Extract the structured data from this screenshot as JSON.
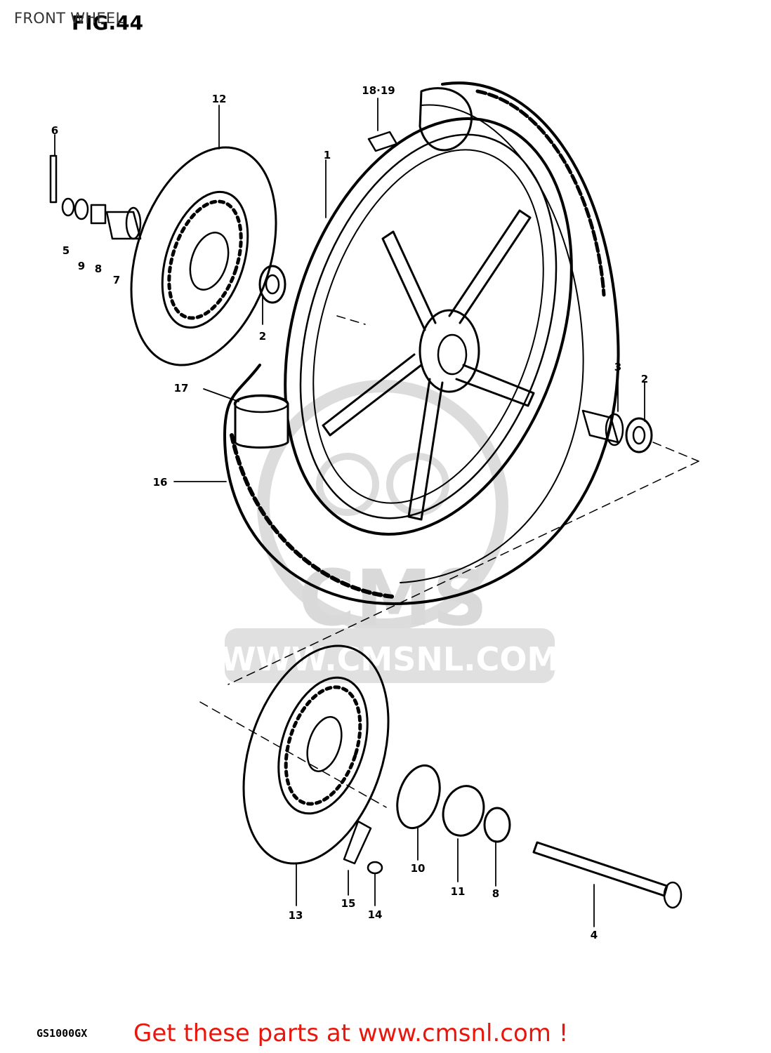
{
  "header": {
    "title": "FRONT WHEEL",
    "figure": "FIG.44"
  },
  "watermark": {
    "logo_text": "CMS",
    "url": "WWW.CMSNL.COM"
  },
  "parts": [
    {
      "ref": "1"
    },
    {
      "ref": "2"
    },
    {
      "ref": "2"
    },
    {
      "ref": "3"
    },
    {
      "ref": "4"
    },
    {
      "ref": "5"
    },
    {
      "ref": "6"
    },
    {
      "ref": "7"
    },
    {
      "ref": "8"
    },
    {
      "ref": "8"
    },
    {
      "ref": "9"
    },
    {
      "ref": "10"
    },
    {
      "ref": "11"
    },
    {
      "ref": "12"
    },
    {
      "ref": "13"
    },
    {
      "ref": "14"
    },
    {
      "ref": "15"
    },
    {
      "ref": "16"
    },
    {
      "ref": "17"
    },
    {
      "ref": "18·19"
    }
  ],
  "footer": {
    "model": "GS1000GX",
    "promo": "Get these parts at www.cmsnl.com !"
  },
  "colors": {
    "promo": "#e8160c",
    "ink": "#000000",
    "watermark": "#d9d9d9"
  }
}
